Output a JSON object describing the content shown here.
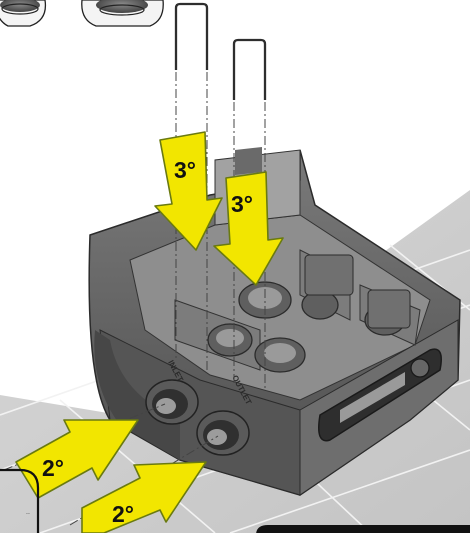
{
  "colors": {
    "floor": "#cfcfcf",
    "floor_grid": "#f4f4f4",
    "housing_dark": "#4a4a4a",
    "housing_mid": "#6b6b6b",
    "housing_light": "#9a9a9a",
    "arrow_fill": "#f2e600",
    "arrow_stroke": "#6a7a10",
    "pin": "#3a3a3a",
    "callout_border": "#111111"
  },
  "steps": {
    "pin_insert_a": "3°",
    "pin_insert_b": "3°",
    "pipe_connect_a": "2°",
    "pipe_connect_b": "2°"
  },
  "ports": {
    "inlet": "INLET",
    "outlet": "OUTLET"
  },
  "icons": [
    "u-clip-pin",
    "push-arrow",
    "threaded-cap"
  ]
}
